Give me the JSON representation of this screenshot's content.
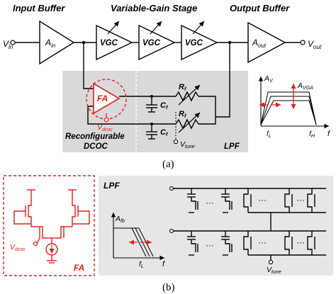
{
  "figure_a": {
    "header_input_buffer": "Input Buffer",
    "header_vgs": "Variable-Gain Stage",
    "header_output_buffer": "Output Buffer",
    "vin_main": "V",
    "vin_sub": "in",
    "ain_main": "A",
    "ain_sub": "in",
    "vgc_labels": [
      "VGC",
      "VGC",
      "VGC"
    ],
    "aout_main": "A",
    "aout_sub": "out",
    "vout_main": "V",
    "vout_sub": "out",
    "fa_label": "FA",
    "vdcoc_main": "V",
    "vdcoc_sub": "dcoc",
    "cf1_main": "C",
    "cf1_sub": "f",
    "cf2_main": "C",
    "cf2_sub": "f",
    "rf1_main": "R",
    "rf1_sub": "f",
    "rf2_main": "R",
    "rf2_sub": "f",
    "vtune_main": "V",
    "vtune_sub": "tune",
    "reconf_line1": "Reconfigurable",
    "reconf_line2": "DCOC",
    "lpf_label": "LPF",
    "plot_av_main": "A",
    "plot_av_sub": "V",
    "plot_avga_main": "A",
    "plot_avga_sub": "VGA",
    "plot_fl_main": "f",
    "plot_fl_sub": "L",
    "plot_fh_main": "f",
    "plot_fh_sub": "H",
    "plot_f": "f",
    "caption": "(a)"
  },
  "figure_b": {
    "vdcoc_main": "V",
    "vdcoc_sub": "dcoc",
    "fa_label": "FA",
    "lpf_label": "LPF",
    "afb_main": "A",
    "afb_sub": "fb",
    "fl_main": "f",
    "fl_sub": "L",
    "f_axis": "f",
    "dots": [
      "···",
      "···",
      "···",
      "···",
      "···",
      "···"
    ],
    "vtune_main": "V",
    "vtune_sub": "tune",
    "caption": "(b)"
  },
  "colors": {
    "accent_red": "#e0201a",
    "panel_gray": "#d9d9d9",
    "panel_gray_light": "#e6e6e6"
  }
}
